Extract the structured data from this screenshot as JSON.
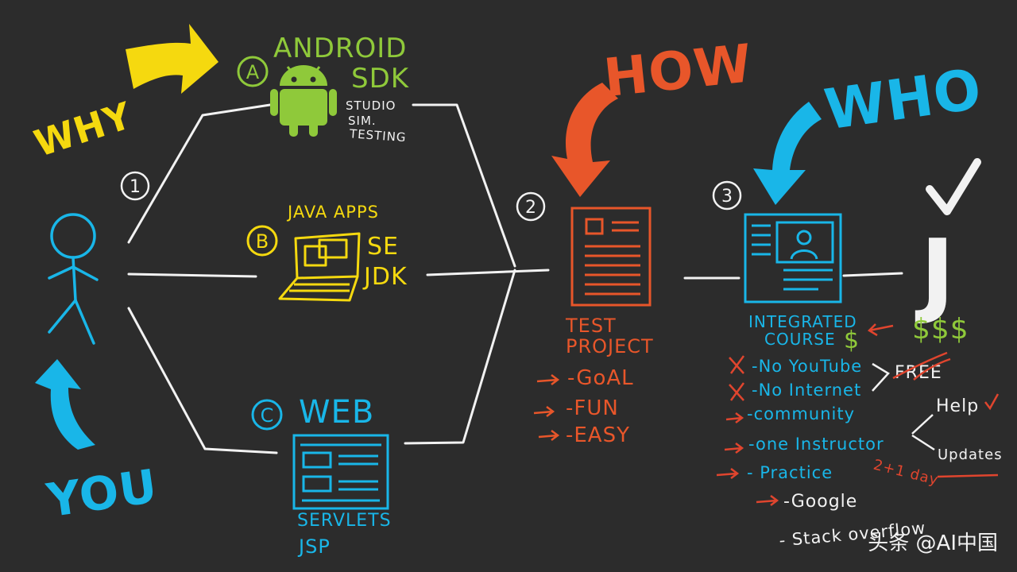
{
  "colors": {
    "background": "#2c2c2c",
    "white": "#f2f2f2",
    "yellow": "#f5d90f",
    "green": "#8fc93a",
    "orange": "#e8562a",
    "blue": "#19b6e8",
    "red": "#e0452e"
  },
  "why": {
    "label": "WHY"
  },
  "you": {
    "label": "YOU"
  },
  "how": {
    "label": "HOW"
  },
  "who": {
    "label": "WHO"
  },
  "step1": {
    "number": "1"
  },
  "step2": {
    "number": "2"
  },
  "step3": {
    "number": "3"
  },
  "option_a": {
    "letter": "A",
    "title": "ANDROID",
    "sub": "SDK",
    "notes": [
      "STUDIO",
      "SIM.",
      "TESTING"
    ]
  },
  "option_b": {
    "letter": "B",
    "title": "JAVA APPS",
    "notes": [
      "SE",
      "JDK"
    ]
  },
  "option_c": {
    "letter": "C",
    "title": "WEB",
    "notes": [
      "SERVLETS",
      "JSP"
    ]
  },
  "test_project": {
    "title_line1": "TEST",
    "title_line2": "PROJECT",
    "items": [
      "-GoAL",
      "-FUN",
      "-EASY"
    ]
  },
  "course": {
    "title_line1": "INTEGRATED",
    "title_line2": "COURSE",
    "price_symbol": "$",
    "items": [
      "-No YouTube",
      "-No Internet",
      "-community",
      "-one Instructor",
      "- Practice"
    ],
    "free_label": "FREE",
    "help_label": "Help",
    "updates_label": "Updates",
    "daily_label": "2+1 day",
    "resources": [
      "-Google",
      "- Stack overflow"
    ]
  },
  "job": {
    "letter": "J",
    "money": "$$$"
  },
  "watermark": {
    "text": "头条 @AI中国"
  }
}
